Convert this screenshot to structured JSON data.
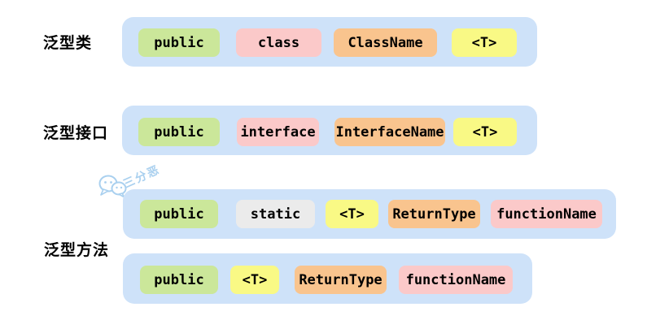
{
  "watermark": {
    "text": "三分恶",
    "icon": "wechat-icon",
    "color": "#a9d0ef"
  },
  "colors": {
    "panel_blue": "#cee2f9",
    "keyword_green": "#cbe79a",
    "name_pink": "#fbc9c9",
    "type_orange": "#f9c48e",
    "generic_yellow": "#f9f985",
    "modifier_gray": "#ebebeb",
    "text_black": "#000000"
  },
  "groups": [
    {
      "label": "泛型类",
      "rows": [
        {
          "chips": [
            {
              "text": "public",
              "color": "#cbe79a"
            },
            {
              "text": "class",
              "color": "#fbc9c9"
            },
            {
              "text": "ClassName",
              "color": "#f9c48e"
            },
            {
              "text": "<T>",
              "color": "#f9f985"
            }
          ]
        }
      ]
    },
    {
      "label": "泛型接口",
      "rows": [
        {
          "chips": [
            {
              "text": "public",
              "color": "#cbe79a"
            },
            {
              "text": "interface",
              "color": "#fbc9c9"
            },
            {
              "text": "InterfaceName",
              "color": "#f9c48e"
            },
            {
              "text": "<T>",
              "color": "#f9f985"
            }
          ]
        }
      ]
    },
    {
      "label": "泛型方法",
      "rows": [
        {
          "chips": [
            {
              "text": "public",
              "color": "#cbe79a"
            },
            {
              "text": "static",
              "color": "#ebebeb"
            },
            {
              "text": "<T>",
              "color": "#f9f985"
            },
            {
              "text": "ReturnType",
              "color": "#f9c48e"
            },
            {
              "text": "functionName",
              "color": "#fbc9c9"
            }
          ]
        },
        {
          "chips": [
            {
              "text": "public",
              "color": "#cbe79a"
            },
            {
              "text": "<T>",
              "color": "#f9f985"
            },
            {
              "text": "ReturnType",
              "color": "#f9c48e"
            },
            {
              "text": "functionName",
              "color": "#fbc9c9"
            }
          ]
        }
      ]
    }
  ]
}
